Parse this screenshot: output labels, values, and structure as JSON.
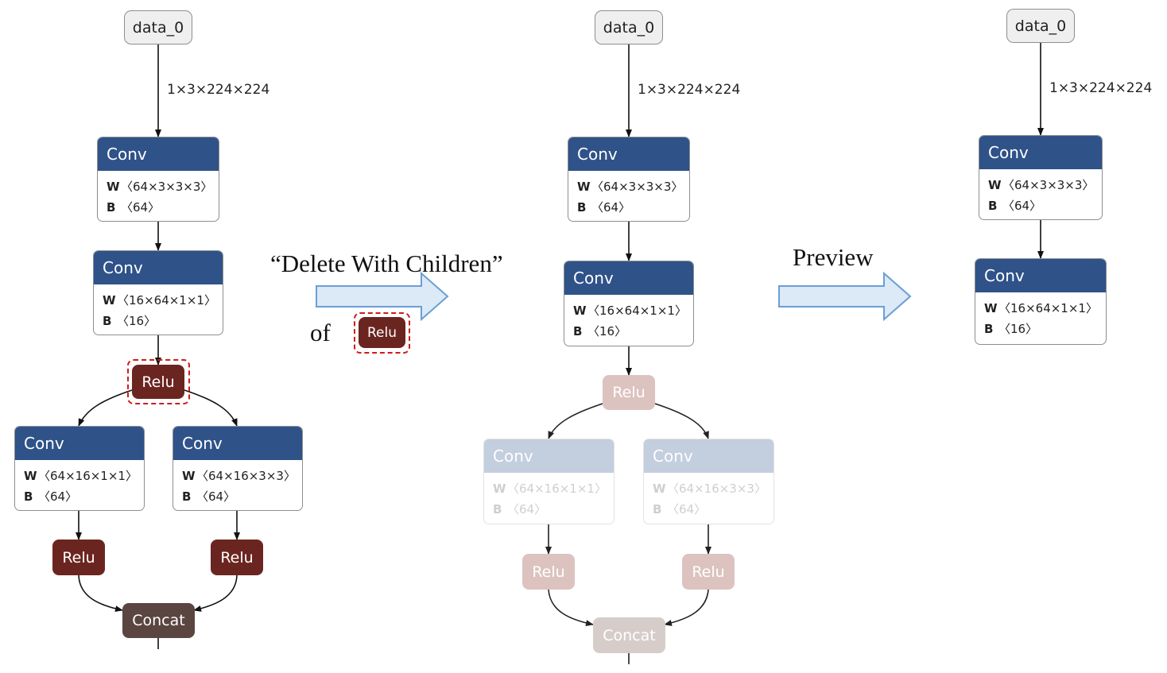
{
  "colors": {
    "conv_header": "#2f5289",
    "relu": "#6b2520",
    "concat": "#5a4541",
    "selection": "#d11a1a",
    "transition_arrow_fill": "#dce9f7",
    "transition_arrow_stroke": "#6a9fd4"
  },
  "transitions": {
    "delete": {
      "caption": "“Delete With Children”",
      "of_label": "of",
      "node_label": "Relu"
    },
    "preview": {
      "caption": "Preview"
    }
  },
  "graphs": {
    "original": {
      "input": {
        "label": "data_0",
        "shape": "1×3×224×224"
      },
      "conv1": {
        "title": "Conv",
        "w_key": "W",
        "w": "〈64×3×3×3〉",
        "b_key": "B",
        "b": "〈64〉"
      },
      "conv2": {
        "title": "Conv",
        "w_key": "W",
        "w": "〈16×64×1×1〉",
        "b_key": "B",
        "b": "〈16〉"
      },
      "relu_selected": {
        "label": "Relu"
      },
      "conv_left": {
        "title": "Conv",
        "w_key": "W",
        "w": "〈64×16×1×1〉",
        "b_key": "B",
        "b": "〈64〉"
      },
      "conv_right": {
        "title": "Conv",
        "w_key": "W",
        "w": "〈64×16×3×3〉",
        "b_key": "B",
        "b": "〈64〉"
      },
      "relu_left": {
        "label": "Relu"
      },
      "relu_right": {
        "label": "Relu"
      },
      "concat": {
        "label": "Concat"
      }
    },
    "marked": {
      "input": {
        "label": "data_0",
        "shape": "1×3×224×224"
      },
      "conv1": {
        "title": "Conv",
        "w_key": "W",
        "w": "〈64×3×3×3〉",
        "b_key": "B",
        "b": "〈64〉"
      },
      "conv2": {
        "title": "Conv",
        "w_key": "W",
        "w": "〈16×64×1×1〉",
        "b_key": "B",
        "b": "〈16〉"
      },
      "relu_top": {
        "label": "Relu"
      },
      "conv_left": {
        "title": "Conv",
        "w_key": "W",
        "w": "〈64×16×1×1〉",
        "b_key": "B",
        "b": "〈64〉"
      },
      "conv_right": {
        "title": "Conv",
        "w_key": "W",
        "w": "〈64×16×3×3〉",
        "b_key": "B",
        "b": "〈64〉"
      },
      "relu_left": {
        "label": "Relu"
      },
      "relu_right": {
        "label": "Relu"
      },
      "concat": {
        "label": "Concat"
      }
    },
    "preview": {
      "input": {
        "label": "data_0",
        "shape": "1×3×224×224"
      },
      "conv1": {
        "title": "Conv",
        "w_key": "W",
        "w": "〈64×3×3×3〉",
        "b_key": "B",
        "b": "〈64〉"
      },
      "conv2": {
        "title": "Conv",
        "w_key": "W",
        "w": "〈16×64×1×1〉",
        "b_key": "B",
        "b": "〈16〉"
      }
    }
  }
}
